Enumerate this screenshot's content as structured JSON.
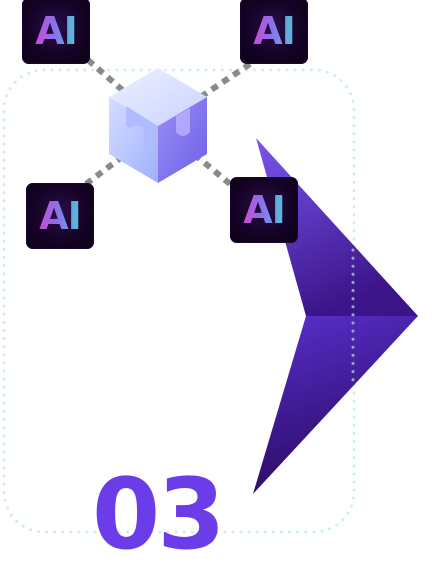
{
  "step": {
    "number": "03"
  },
  "badges": [
    {
      "label": "AI"
    },
    {
      "label": "AI"
    },
    {
      "label": "AI"
    },
    {
      "label": "AI"
    }
  ],
  "colors": {
    "accent": "#6a3de8",
    "arrow_light": "#6b4ae0",
    "arrow_dark": "#2d0c66",
    "dotted_frame": "#cdeff2",
    "connector": "#8a8a8a",
    "cube_light": "#dfe6ff",
    "cube_mid": "#a9b6ff",
    "cube_dark": "#7d6ff0"
  },
  "icons": [
    "ai-badge-icon",
    "cube-icon",
    "chevron-arrow-icon"
  ]
}
